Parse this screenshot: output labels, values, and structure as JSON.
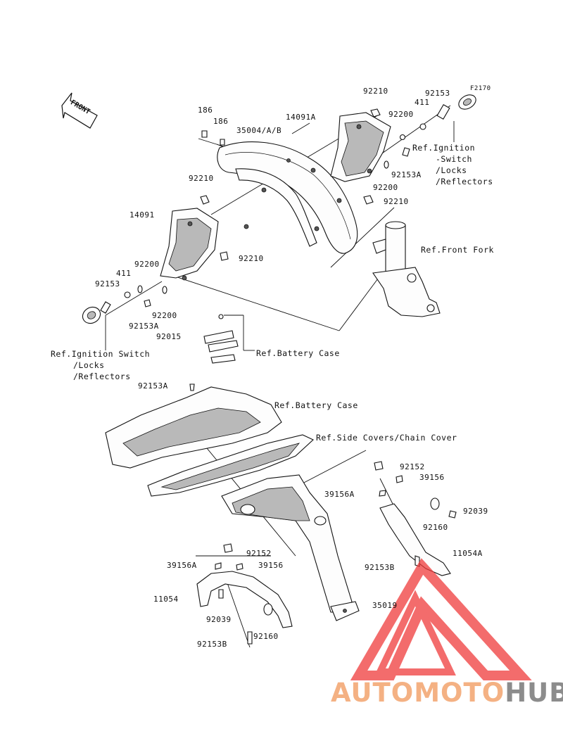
{
  "diagram_code": "F2170",
  "front_arrow": "FRONT",
  "watermark": {
    "part1": "AUTOMOTO",
    "part2": "HUB",
    "color1": "#f4b183",
    "color2": "#8c8c8c",
    "logo_color": "#ef3b3b"
  },
  "labels": {
    "l_92210_a": "92210",
    "l_92153_a": "92153",
    "l_411_a": "411",
    "l_14091A": "14091A",
    "l_92200_a": "92200",
    "l_186_a": "186",
    "l_186_b": "186",
    "l_35004": "35004/A/B",
    "l_ref_ign_r1": "Ref.Ignition",
    "l_ref_ign_r2": "-Switch",
    "l_ref_ign_r3": "/Locks",
    "l_ref_ign_r4": "/Reflectors",
    "l_92153A_a": "92153A",
    "l_92210_b": "92210",
    "l_92200_b": "92200",
    "l_92210_c": "92210",
    "l_14091": "14091",
    "l_ref_front_fork": "Ref.Front Fork",
    "l_92210_d": "92210",
    "l_92200_c": "92200",
    "l_411_b": "411",
    "l_92153_b": "92153",
    "l_92200_d": "92200",
    "l_92153A_b": "92153A",
    "l_92015": "92015",
    "l_ref_ign_l1": "Ref.Ignition Switch",
    "l_ref_ign_l2": "/Locks",
    "l_ref_ign_l3": "/Reflectors",
    "l_ref_battery_1": "Ref.Battery Case",
    "l_92153A_c": "92153A",
    "l_ref_battery_2": "Ref.Battery Case",
    "l_ref_side_covers": "Ref.Side Covers/Chain Cover",
    "l_92152_a": "92152",
    "l_39156_a": "39156",
    "l_39156A_a": "39156A",
    "l_92039_a": "92039",
    "l_92160_a": "92160",
    "l_11054A": "11054A",
    "l_92153B_a": "92153B",
    "l_92152_b": "92152",
    "l_39156A_b": "39156A",
    "l_39156_b": "39156",
    "l_11054": "11054",
    "l_92039_b": "92039",
    "l_35019": "35019",
    "l_92160_b": "92160",
    "l_92153B_b": "92153B"
  }
}
